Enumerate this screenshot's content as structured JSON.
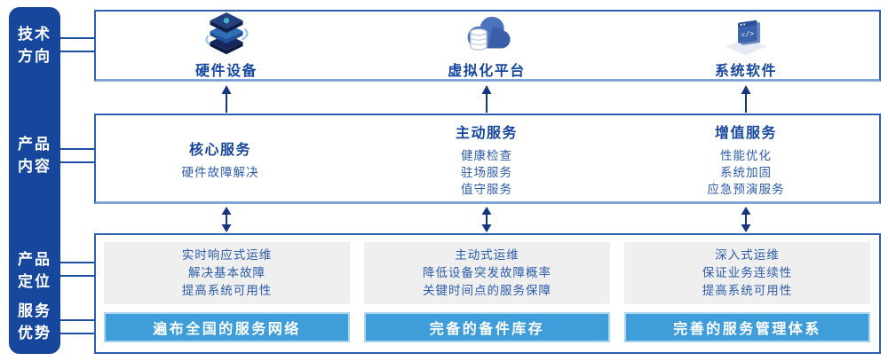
{
  "colors": {
    "sidebar_blue": "#17479d",
    "box_border_blue": "#2c5fae",
    "box_border_light": "#7fa6d9",
    "connector_blue": "#1d4fa0",
    "title_blue": "#17479d",
    "body_blue": "#2d5ca9",
    "bar_blue": "#3f9ed9",
    "bar_border_light": "#abd5ee",
    "panel_gray": "#efefef",
    "arrow_navy": "#16357f"
  },
  "sidebar": {
    "items": [
      {
        "line1": "技术",
        "line2": "方向"
      },
      {
        "line1": "产品",
        "line2": "内容"
      },
      {
        "line1": "产品",
        "line2": "定位"
      },
      {
        "line1": "服务",
        "line2": "优势"
      }
    ]
  },
  "tech_row": {
    "items": [
      {
        "icon": "server-stack-icon",
        "label": "硬件设备"
      },
      {
        "icon": "cloud-database-icon",
        "label": "虚拟化平台"
      },
      {
        "icon": "code-window-icon",
        "label": "系统软件"
      }
    ]
  },
  "services_row": {
    "columns": [
      {
        "title": "核心服务",
        "items": [
          "硬件故障解决"
        ]
      },
      {
        "title": "主动服务",
        "items": [
          "健康检查",
          "驻场服务",
          "值守服务"
        ]
      },
      {
        "title": "增值服务",
        "items": [
          "性能优化",
          "系统加固",
          "应急预演服务"
        ]
      }
    ]
  },
  "positioning_row": {
    "columns": [
      {
        "lines": [
          "实时响应式运维",
          "解决基本故障",
          "提高系统可用性"
        ],
        "advantage": "遍布全国的服务网络"
      },
      {
        "lines": [
          "主动式运维",
          "降低设备突发故障概率",
          "关键时间点的服务保障"
        ],
        "advantage": "完备的备件库存"
      },
      {
        "lines": [
          "深入式运维",
          "保证业务连续性",
          "提高系统可用性"
        ],
        "advantage": "完善的服务管理体系"
      }
    ]
  }
}
